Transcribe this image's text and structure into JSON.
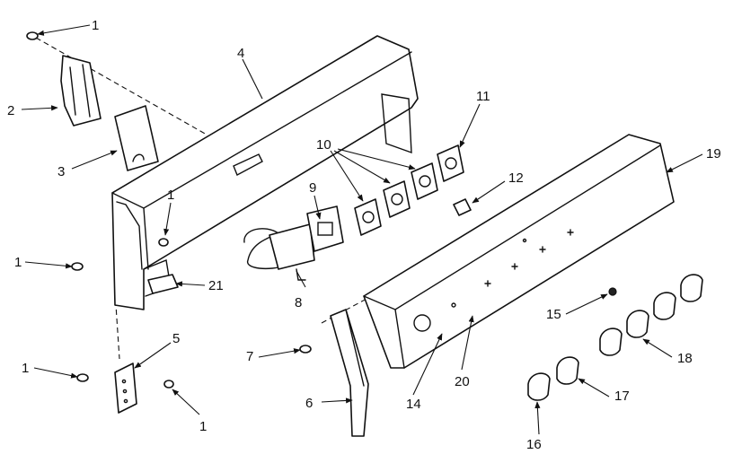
{
  "callouts": {
    "c1a": "1",
    "c2": "2",
    "c3": "3",
    "c4": "4",
    "c1b": "1",
    "c1c": "1",
    "c5": "5",
    "c1d": "1",
    "c1e": "1",
    "c6": "6",
    "c7": "7",
    "c8": "8",
    "c9": "9",
    "c10": "10",
    "c11": "11",
    "c12": "12",
    "c14": "14",
    "c15": "15",
    "c16": "16",
    "c17": "17",
    "c18": "18",
    "c19": "19",
    "c20": "20",
    "c21": "21"
  }
}
